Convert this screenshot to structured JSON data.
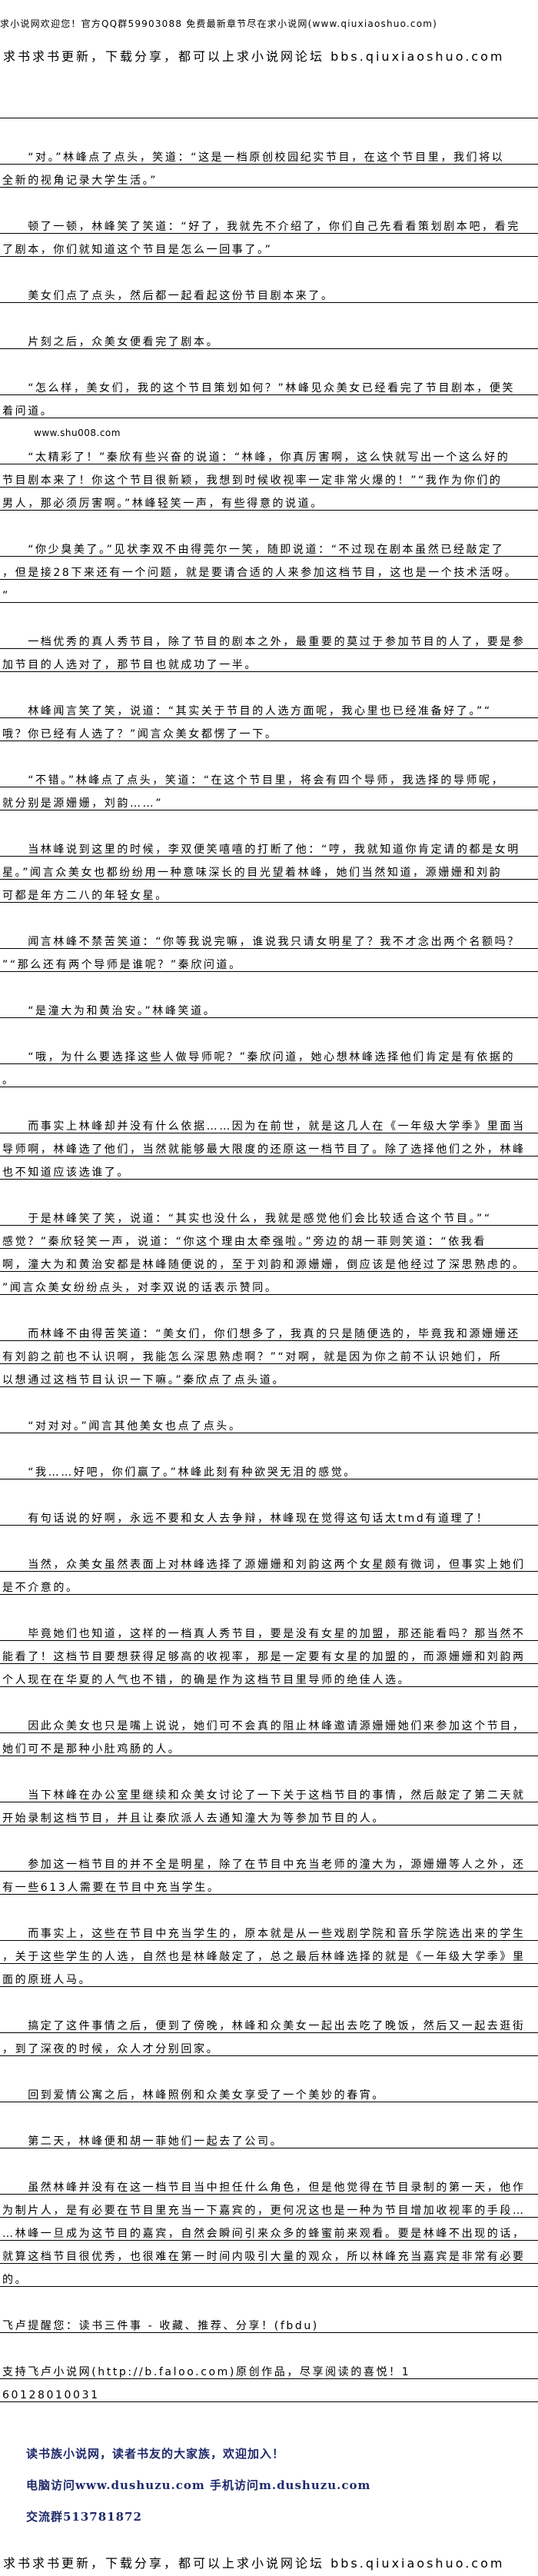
{
  "header": {
    "welcome": "求小说网欢迎您！官方QQ群59903088 免费最新章节尽在求小说网(www.qiuxiaoshuo.com)",
    "forum": "求书求书更新，下载分享，都可以上求小说网论坛 bbs.qiuxiaoshuo.com"
  },
  "watermark": "www.shu008.com",
  "paragraphs": [
    {
      "lines": [
        "　　“对。”林峰点了点头，笑道：“这是一档原创校园纪实节目，在这个节目里，我们将以",
        "全新的视角记录大学生活。”"
      ]
    },
    {
      "lines": [
        "　　顿了一顿，林峰笑了笑道：“好了，我就先不介绍了，你们自己先看看策划剧本吧，看完",
        "了剧本，你们就知道这个节目是怎么一回事了。”"
      ]
    },
    {
      "lines": [
        "　　美女们点了点头，然后都一起看起这份节目剧本来了。"
      ]
    },
    {
      "lines": [
        "　　片刻之后，众美女便看完了剧本。"
      ]
    },
    {
      "lines": [
        "　　“怎么样，美女们，我的这个节目策划如何？”林峰见众美女已经看完了节目剧本，便笑",
        "着问道。"
      ]
    },
    {
      "lines": [
        "　　“太精彩了！”秦欣有些兴奋的说道：“林峰，你真厉害啊，这么快就写出一个这么好的",
        "节目剧本来了！你这个节目很新颖，我想到时候收视率一定非常火爆的！”“我作为你们的",
        "男人，那必须厉害啊。”林峰轻笑一声，有些得意的说道。"
      ]
    },
    {
      "lines": [
        "　　“你少臭美了。”见状李双不由得莞尔一笑，随即说道：“不过现在剧本虽然已经敲定了",
        "，但是接28下来还有一个问题，就是要请合适的人来参加这档节目，这也是一个技术活呀。",
        "”"
      ]
    },
    {
      "lines": [
        "　　一档优秀的真人秀节目，除了节目的剧本之外，最重要的莫过于参加节目的人了，要是参",
        "加节目的人选对了，那节目也就成功了一半。"
      ]
    },
    {
      "lines": [
        "　　林峰闻言笑了笑，说道：“其实关于节目的人选方面呢，我心里也已经准备好了。”“",
        "哦？你已经有人选了？”闻言众美女都愣了一下。"
      ]
    },
    {
      "lines": [
        "　　“不错。”林峰点了点头，笑道：“在这个节目里，将会有四个导师，我选择的导师呢，",
        "就分别是源姗姗，刘韵……”"
      ]
    },
    {
      "lines": [
        "　　当林峰说到这里的时候，李双便笑嘻嘻的打断了他：“哼，我就知道你肯定请的都是女明",
        "星。”闻言众美女也都纷纷用一种意味深长的目光望着林峰，她们当然知道，源姗姗和刘韵",
        "可都是年方二八的年轻女星。"
      ]
    },
    {
      "lines": [
        "　　闻言林峰不禁苦笑道：“你等我说完嘛，谁说我只请女明星了？我不才念出两个名额吗？",
        "”“那么还有两个导师是谁呢？”秦欣问道。"
      ]
    },
    {
      "lines": [
        "　　“是潼大为和黄治安。”林峰笑道。"
      ]
    },
    {
      "lines": [
        "　　“哦，为什么要选择这些人做导师呢？”秦欣问道，她心想林峰选择他们肯定是有依据的",
        "。"
      ]
    },
    {
      "lines": [
        "　　而事实上林峰却并没有什么依据……因为在前世，就是这几人在《一年级大学季》里面当",
        "导师啊，林峰选了他们，当然就能够最大限度的还原这一档节目了。除了选择他们之外，林峰",
        "也不知道应该选谁了。"
      ]
    },
    {
      "lines": [
        "　　于是林峰笑了笑，说道：“其实也没什么，我就是感觉他们会比较适合这个节目。”“",
        "感觉？”秦欣轻笑一声，说道：“你这个理由太牵强啦。”旁边的胡一菲则笑道：“依我看",
        "啊，潼大为和黄治安都是林峰随便说的，至于刘韵和源姗姗，倒应该是他经过了深思熟虑的。",
        "”闻言众美女纷纷点头，对李双说的话表示赞同。"
      ]
    },
    {
      "lines": [
        "　　而林峰不由得苦笑道：“美女们，你们想多了，我真的只是随便选的，毕竟我和源姗姗还",
        "有刘韵之前也不认识啊，我能怎么深思熟虑啊？”“对啊，就是因为你之前不认识她们，所",
        "以想通过这档节目认识一下嘛。”秦欣点了点头道。"
      ]
    },
    {
      "lines": [
        "　　“对对对。”闻言其他美女也点了点头。"
      ]
    },
    {
      "lines": [
        "　　“我……好吧，你们赢了。”林峰此刻有种欲哭无泪的感觉。"
      ]
    },
    {
      "lines": [
        "　　有句话说的好啊，永远不要和女人去争辩，林峰现在觉得这句话太tmd有道理了！"
      ]
    },
    {
      "lines": [
        "　　当然，众美女虽然表面上对林峰选择了源姗姗和刘韵这两个女星颇有微词，但事实上她们",
        "是不介意的。"
      ]
    },
    {
      "lines": [
        "　　毕竟她们也知道，这样的一档真人秀节目，要是没有女星的加盟，那还能看吗？那当然不",
        "能看了！这档节目要想获得足够高的收视率，那是一定要有女星的加盟的，而源姗姗和刘韵两",
        "个人现在在华夏的人气也不错，的确是作为这档节目里导师的绝佳人选。"
      ]
    },
    {
      "lines": [
        "　　因此众美女也只是嘴上说说，她们可不会真的阻止林峰邀请源姗姗她们来参加这个节目，",
        "她们可不是那种小肚鸡肠的人。"
      ]
    },
    {
      "lines": [
        "　　当下林峰在办公室里继续和众美女讨论了一下关于这档节目的事情，然后敲定了第二天就",
        "开始录制这档节目，并且让秦欣派人去通知潼大为等参加节目的人。"
      ]
    },
    {
      "lines": [
        "　　参加这一档节目的并不全是明星，除了在节目中充当老师的潼大为，源姗姗等人之外，还",
        "有一些613人需要在节目中充当学生。"
      ]
    },
    {
      "lines": [
        "　　而事实上，这些在节目中充当学生的，原本就是从一些戏剧学院和音乐学院选出来的学生",
        "，关于这些学生的人选，自然也是林峰敲定了，总之最后林峰选择的就是《一年级大学季》里",
        "面的原班人马。"
      ]
    },
    {
      "lines": [
        "　　搞定了这件事情之后，便到了傍晚，林峰和众美女一起出去吃了晚饭，然后又一起去逛街",
        "，到了深夜的时候，众人才分别回家。"
      ]
    },
    {
      "lines": [
        "　　回到爱情公寓之后，林峰照例和众美女享受了一个美妙的春宵。"
      ]
    },
    {
      "lines": [
        "　　第二天，林峰便和胡一菲她们一起去了公司。"
      ]
    },
    {
      "lines": [
        "　　虽然林峰并没有在这一档节目当中担任什么角色，但是他觉得在节目录制的第一天，他作",
        "为制片人，是有必要在节目里充当一下嘉宾的，更何况这也是一种为节目增加收视率的手段…",
        "…林峰一旦成为这节目的嘉宾，自然会瞬间引来众多的蜂蜜前来观看。要是林峰不出现的话，",
        "就算这档节目很优秀，也很难在第一时间内吸引大量的观众，所以林峰充当嘉宾是非常有必要",
        "的。"
      ]
    },
    {
      "lines": [
        "飞卢提醒您：读书三件事 - 收藏、推荐、分享！(fbdu)"
      ]
    },
    {
      "lines": [
        "支持飞卢小说网(http://b.faloo.com)原创作品，尽享阅读的喜悦！1",
        "60128010031"
      ]
    }
  ],
  "ad": {
    "line1": "读书族小说网，读者书友的大家族，欢迎加入！",
    "line2": "电脑访问www.dushuzu.com 手机访问m.dushuzu.com",
    "line3": "交流群513781872"
  },
  "footer": {
    "forum": "求书求书更新，下载分享，都可以上求小说网论坛 bbs.qiuxiaoshuo.com"
  }
}
